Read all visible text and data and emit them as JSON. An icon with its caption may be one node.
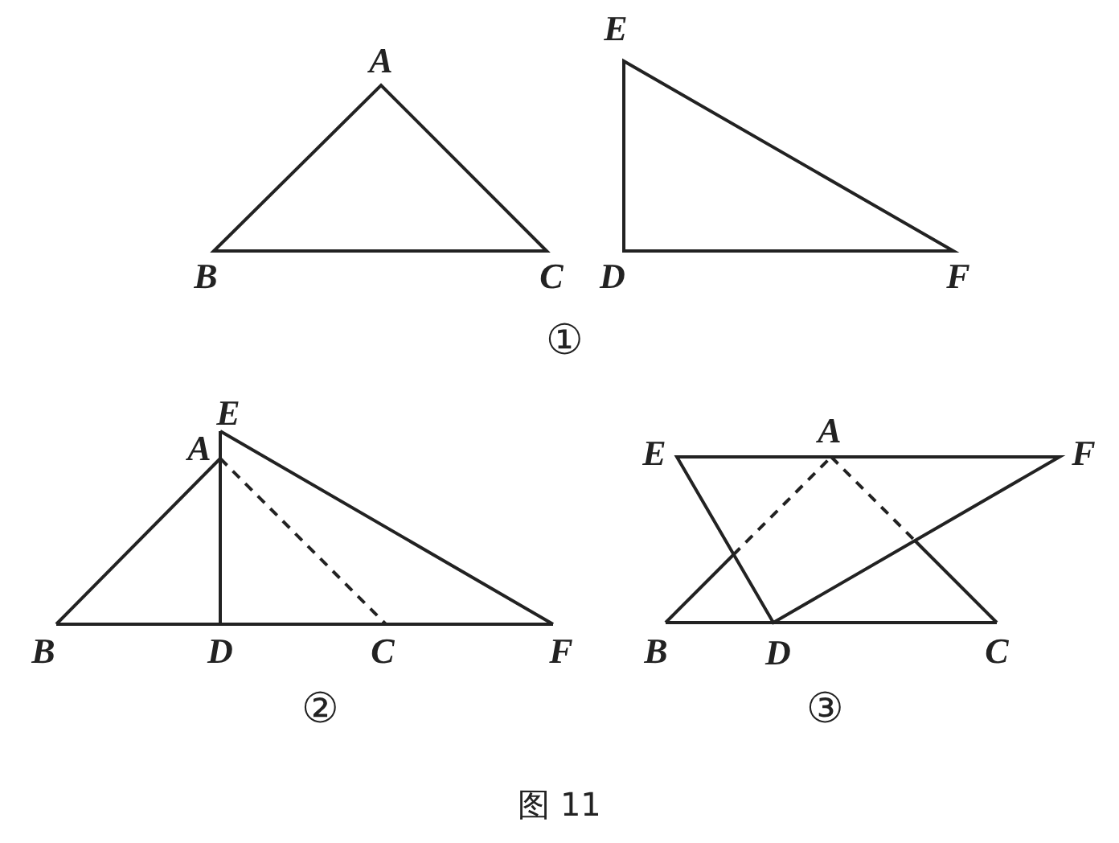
{
  "diagram": {
    "caption": "图 11",
    "labels": [
      "A",
      "E",
      "B",
      "C",
      "D",
      "F",
      "①",
      "E",
      "A",
      "B",
      "D",
      "C",
      "F",
      "②",
      "E",
      "A",
      "F",
      "B",
      "D",
      "C",
      "③"
    ]
  }
}
